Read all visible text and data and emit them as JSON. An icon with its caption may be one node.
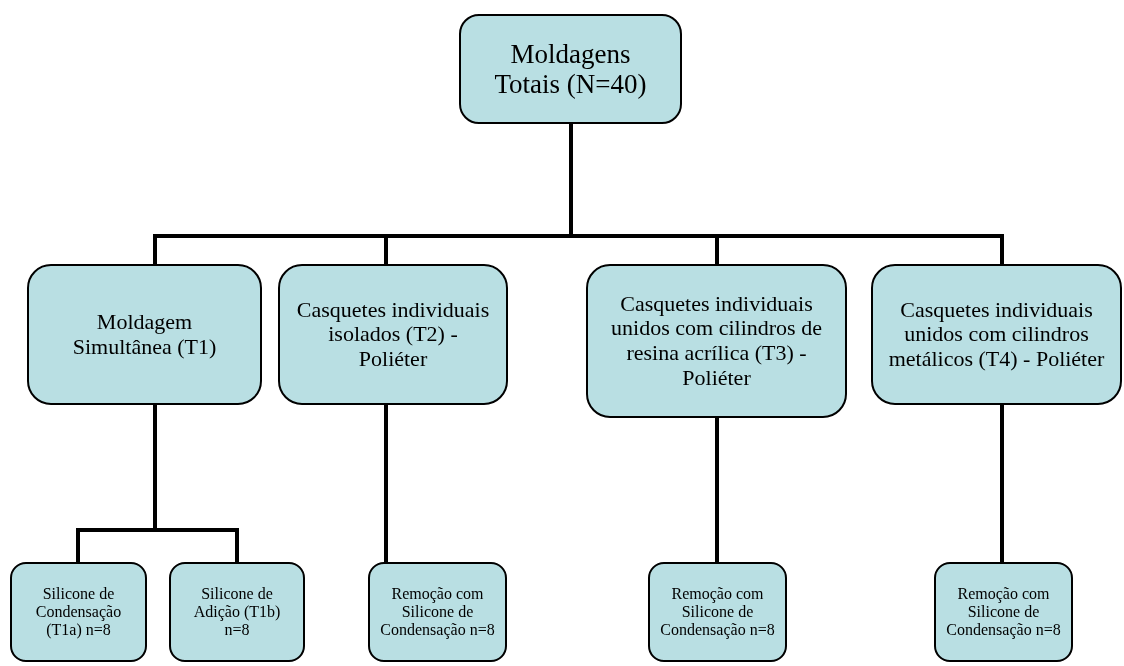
{
  "diagram": {
    "nodes": [
      {
        "text": [
          "Moldagens Totais (N=40)"
        ]
      },
      {
        "text": [
          "Moldagem Simultânea (T1)"
        ]
      },
      {
        "text": [
          "Casquetes individuais isolados (T2) - Poliéter"
        ]
      },
      {
        "text": [
          "Casquetes individuais unidos com cilindros de resina acrílica (T3) - Poliéter"
        ]
      },
      {
        "text": [
          "Casquetes individuais unidos com cilindros metálicos (T4) - Poliéter"
        ]
      },
      {
        "text": [
          "Silicone de Condensação (T1a) n=8"
        ]
      },
      {
        "text": [
          "Silicone de Adição (T1b) n=8"
        ]
      },
      {
        "text": [
          "Remoção com Silicone de Condensação n=8"
        ]
      },
      {
        "text": [
          "Remoção com Silicone de Condensação n=8"
        ]
      },
      {
        "text": [
          "Remoção com Silicone de Condensação n=8"
        ]
      }
    ],
    "edges": [
      {
        "from": 0,
        "to": 1,
        "arrow": "none"
      },
      {
        "from": 0,
        "to": 2,
        "arrow": "none"
      },
      {
        "from": 0,
        "to": 3,
        "arrow": "none"
      },
      {
        "from": 0,
        "to": 4,
        "arrow": "none"
      },
      {
        "from": 1,
        "to": 5,
        "arrow": "none"
      },
      {
        "from": 1,
        "to": 6,
        "arrow": "none"
      },
      {
        "from": 2,
        "to": 7,
        "arrow": "none"
      },
      {
        "from": 3,
        "to": 8,
        "arrow": "none"
      },
      {
        "from": 4,
        "to": 9,
        "arrow": "none"
      }
    ]
  }
}
